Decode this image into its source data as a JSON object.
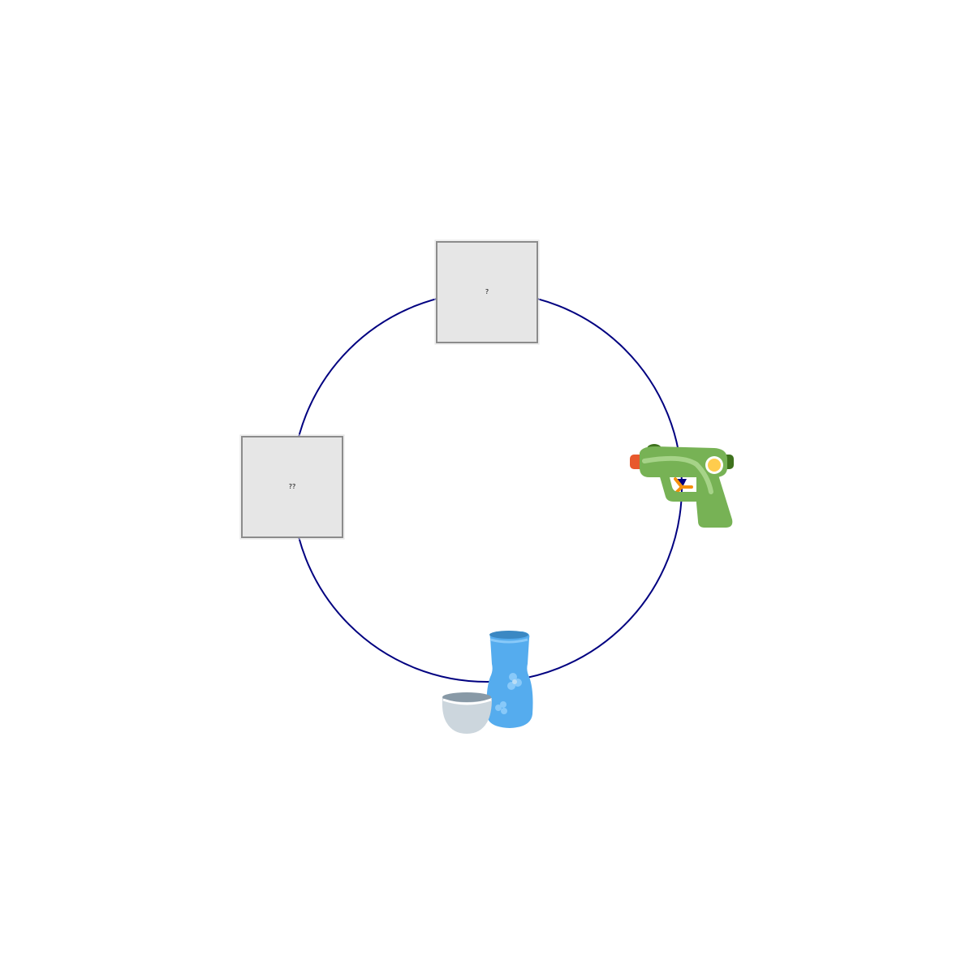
{
  "diagram": {
    "type": "cycle",
    "ring_color": "#000080",
    "arrow_color": "#000080",
    "placeholder_fill": "#e6e6e6",
    "placeholder_border": "#8c8c8c",
    "nodes": [
      {
        "id": "top",
        "kind": "placeholder",
        "label": "?"
      },
      {
        "id": "right",
        "kind": "icon",
        "icon": "water-pistol-icon",
        "colors": {
          "body": "#77b255",
          "dark": "#3e721d",
          "nozzle": "#e8592c",
          "dial": "#ffcc4d",
          "trigger": "#f4900c"
        }
      },
      {
        "id": "bottom",
        "kind": "icon",
        "icon": "sake-icon",
        "colors": {
          "bottle": "#55acee",
          "bottle_dark": "#3b88c3",
          "cup": "#ccd6dd",
          "cup_rim": "#8899a6"
        }
      },
      {
        "id": "left",
        "kind": "placeholder",
        "label": "??"
      }
    ]
  }
}
